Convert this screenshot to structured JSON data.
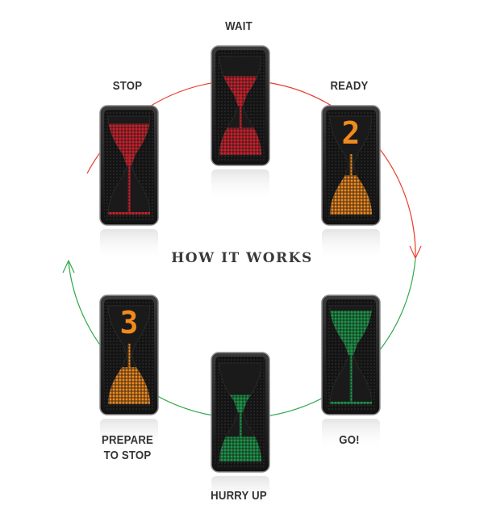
{
  "title": "HOW IT WORKS",
  "colors": {
    "red": "#d3202c",
    "orange": "#f08a1c",
    "green": "#1b9a4a",
    "cycle_red": "#e8402f",
    "cycle_green": "#2fa84a",
    "housing": "#1c1c1c",
    "screen": "#111111"
  },
  "stages": [
    {
      "id": "wait",
      "label": "WAIT",
      "color": "red",
      "digit": "",
      "top_fill": 0.6,
      "bottom_fill": 0.55
    },
    {
      "id": "ready-top",
      "label": "READY",
      "color": "orange",
      "digit": "2",
      "top_fill": 0,
      "bottom_fill": 0.8
    },
    {
      "id": "go",
      "label": "GO!",
      "color": "green",
      "digit": "",
      "top_fill": 0.9,
      "bottom_fill": 0.05
    },
    {
      "id": "hurry-up",
      "label": "HURRY UP",
      "color": "green",
      "digit": "",
      "top_fill": 0.35,
      "bottom_fill": 0.5
    },
    {
      "id": "prepare-to-stop",
      "label": "PREPARE\nTO STOP",
      "color": "orange",
      "digit": "3",
      "top_fill": 0,
      "bottom_fill": 0.75
    },
    {
      "id": "stop",
      "label": "STOP",
      "color": "red",
      "digit": "",
      "top_fill": 0.85,
      "bottom_fill": 0.05
    }
  ]
}
